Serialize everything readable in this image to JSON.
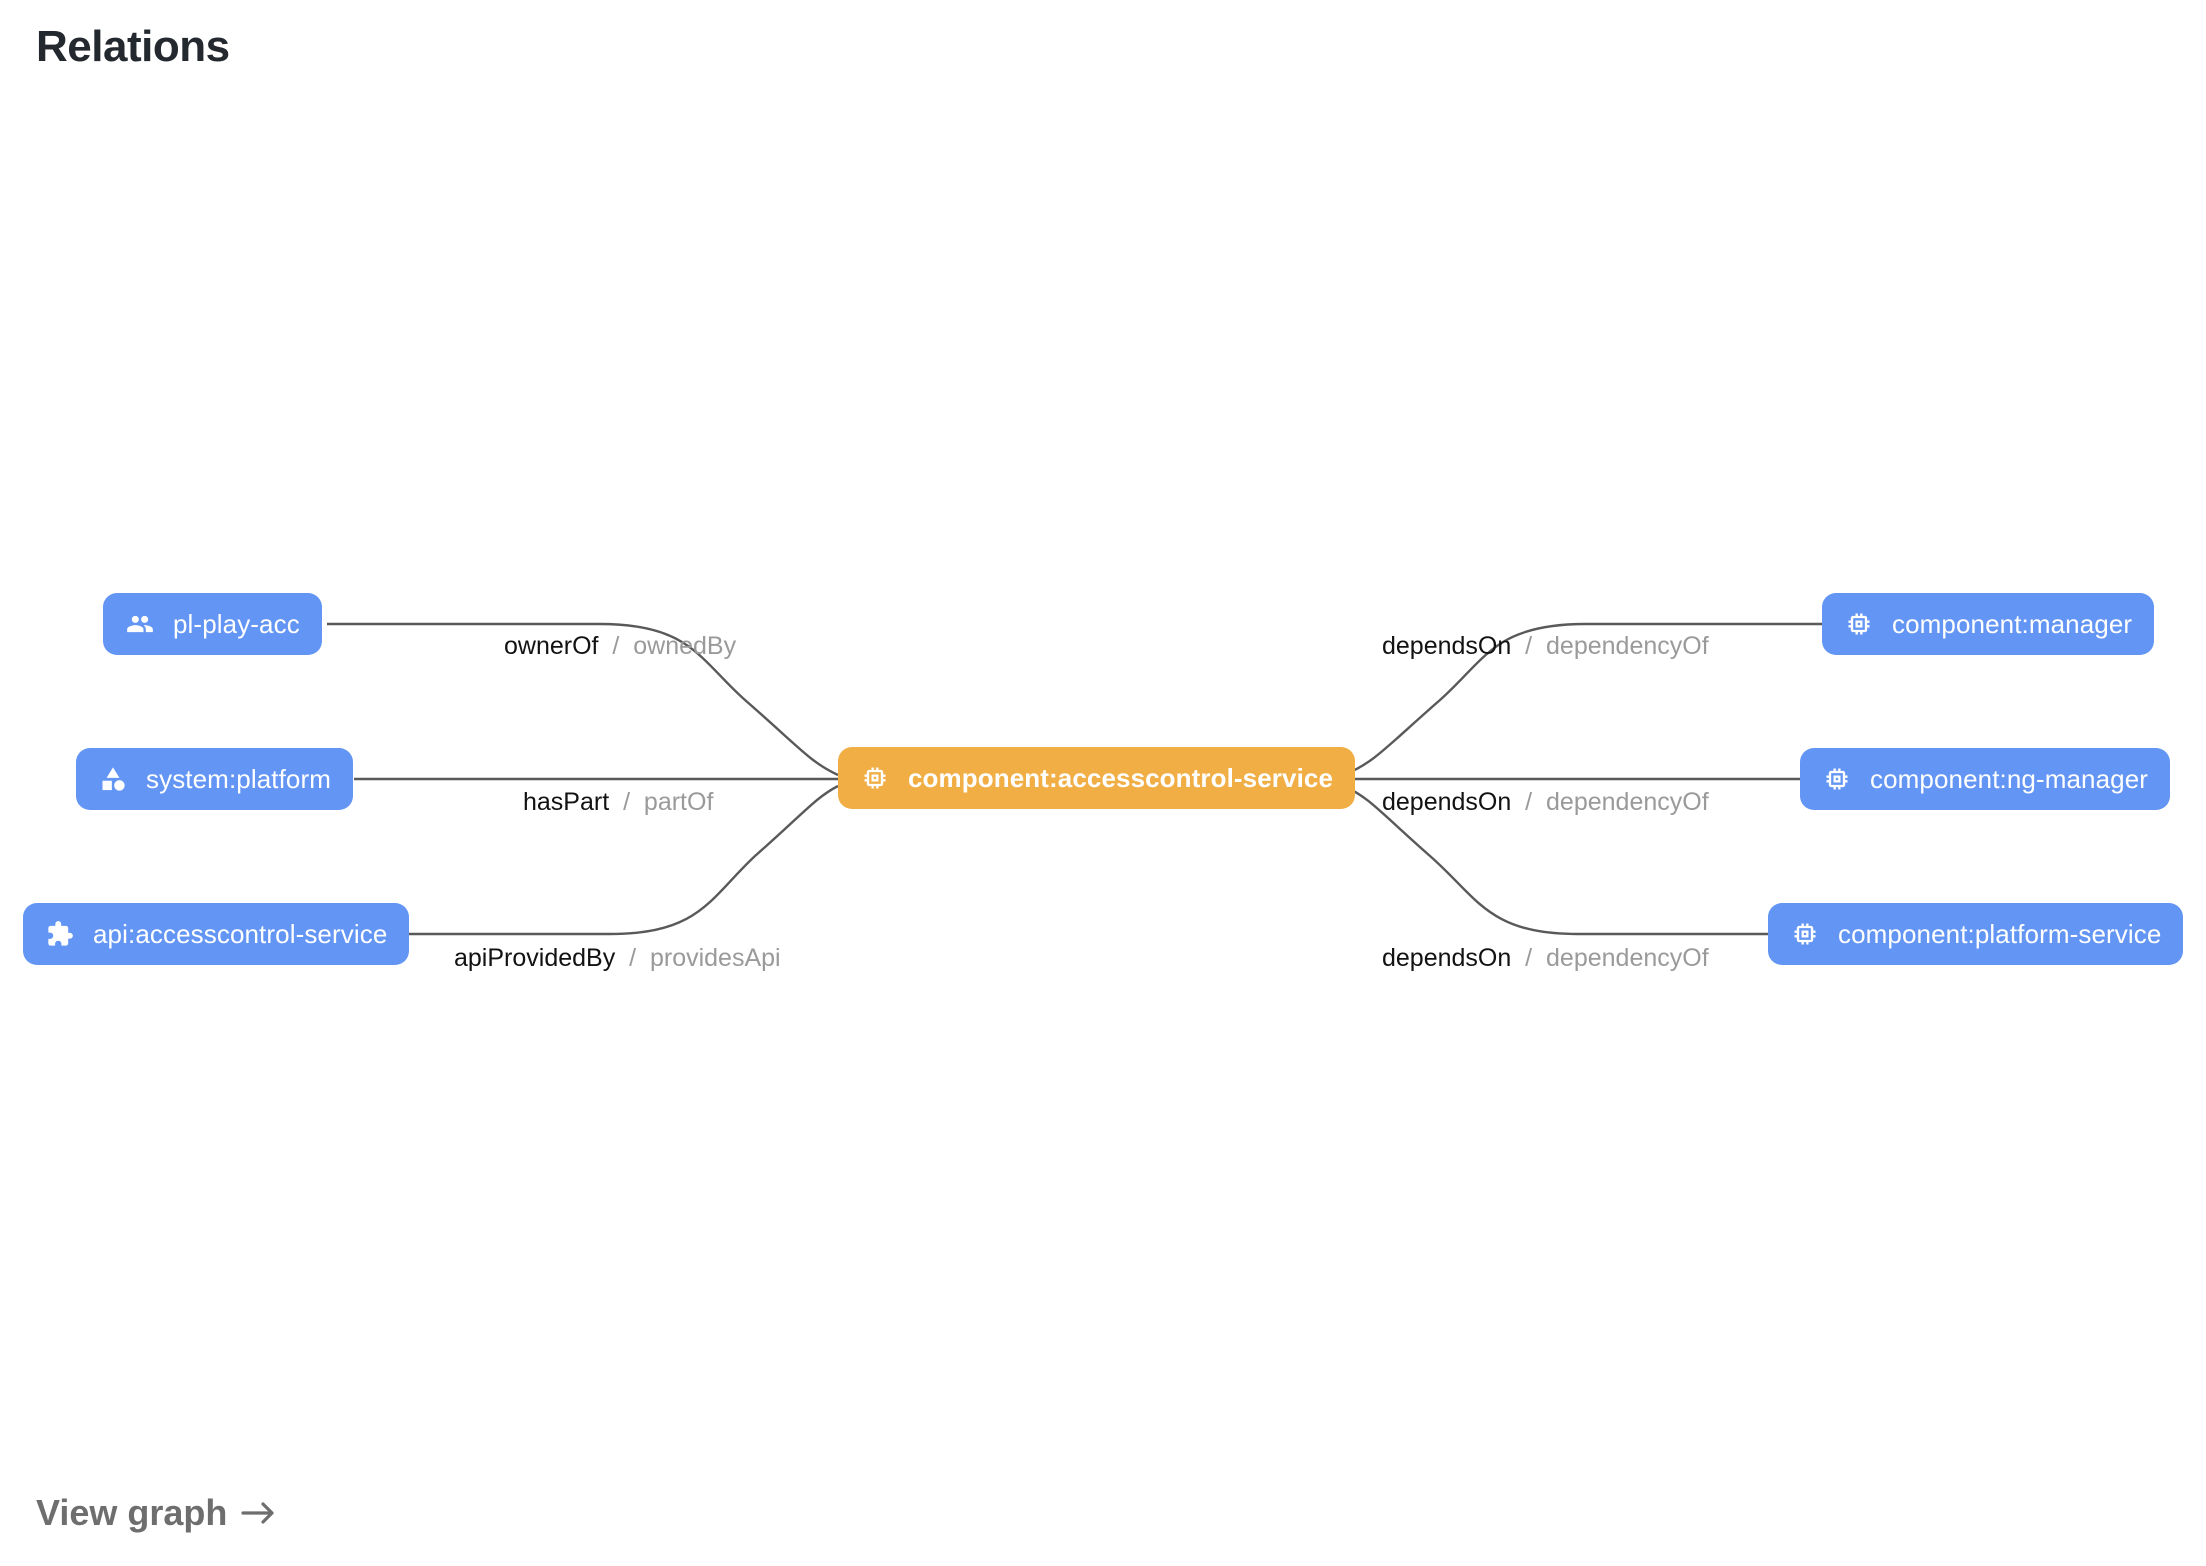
{
  "page": {
    "title": "Relations",
    "background": "#ffffff"
  },
  "colors": {
    "node_default": "#6395f4",
    "node_highlight": "#f0ae45",
    "edge_stroke": "#58595b",
    "label_forward": "#121212",
    "label_reverse": "#9a9a9a",
    "title_color": "#24292f",
    "link_color": "#6e6e6e"
  },
  "graph": {
    "center_node": {
      "id": "component:accesscontrol-service",
      "label": "component:accesscontrol-service",
      "icon": "memory-chip-icon",
      "kind": "component",
      "highlighted": true
    },
    "nodes": [
      {
        "id": "pl-play-acc",
        "label": "pl-play-acc",
        "icon": "group-people-icon",
        "kind": "group",
        "side": "left",
        "row": 0
      },
      {
        "id": "system:platform",
        "label": "system:platform",
        "icon": "category-shapes-icon",
        "kind": "system",
        "side": "left",
        "row": 1
      },
      {
        "id": "api:accesscontrol-service",
        "label": "api:accesscontrol-service",
        "icon": "puzzle-extension-icon",
        "kind": "api",
        "side": "left",
        "row": 2
      },
      {
        "id": "component:manager",
        "label": "component:manager",
        "icon": "memory-chip-icon",
        "kind": "component",
        "side": "right",
        "row": 0
      },
      {
        "id": "component:ng-manager",
        "label": "component:ng-manager",
        "icon": "memory-chip-icon",
        "kind": "component",
        "side": "right",
        "row": 1
      },
      {
        "id": "component:platform-service",
        "label": "component:platform-service",
        "icon": "memory-chip-icon",
        "kind": "component",
        "side": "right",
        "row": 2
      }
    ],
    "edges": [
      {
        "from": "pl-play-acc",
        "to": "component:accesscontrol-service",
        "forward": "ownerOf",
        "separator": "/",
        "reverse": "ownedBy"
      },
      {
        "from": "system:platform",
        "to": "component:accesscontrol-service",
        "forward": "hasPart",
        "separator": "/",
        "reverse": "partOf"
      },
      {
        "from": "api:accesscontrol-service",
        "to": "component:accesscontrol-service",
        "forward": "apiProvidedBy",
        "separator": "/",
        "reverse": "providesApi"
      },
      {
        "from": "component:accesscontrol-service",
        "to": "component:manager",
        "forward": "dependsOn",
        "separator": "/",
        "reverse": "dependencyOf"
      },
      {
        "from": "component:accesscontrol-service",
        "to": "component:ng-manager",
        "forward": "dependsOn",
        "separator": "/",
        "reverse": "dependencyOf"
      },
      {
        "from": "component:accesscontrol-service",
        "to": "component:platform-service",
        "forward": "dependsOn",
        "separator": "/",
        "reverse": "dependencyOf"
      }
    ]
  },
  "footer": {
    "view_graph_label": "View graph",
    "arrow_icon": "arrow-right-icon"
  }
}
